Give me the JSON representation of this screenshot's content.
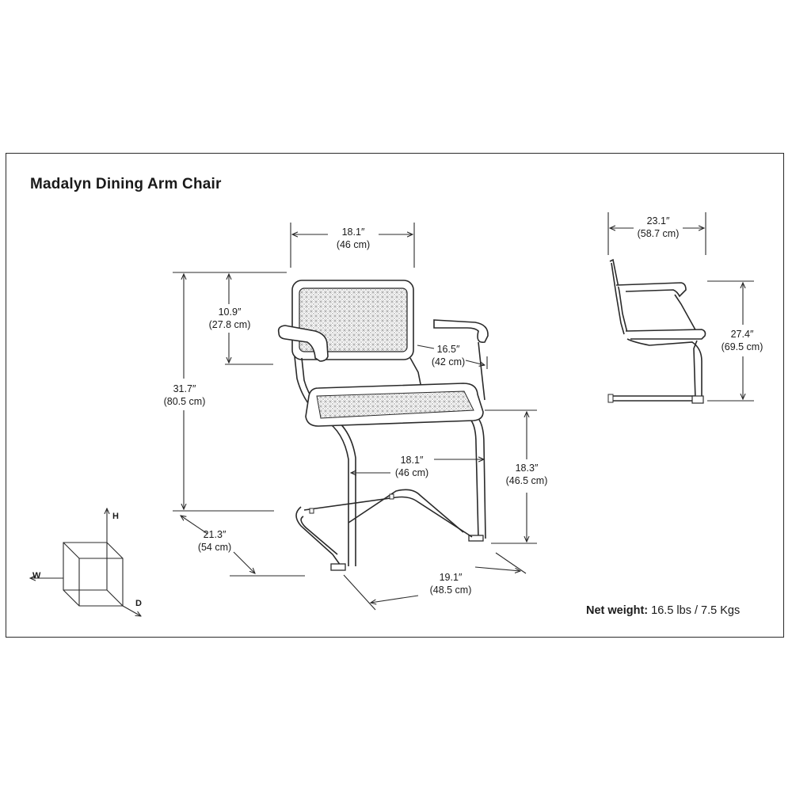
{
  "title": "Madalyn Dining Arm Chair",
  "dimensions": {
    "top_width": {
      "imperial": "18.1″",
      "metric": "(46 cm)"
    },
    "back_height": {
      "imperial": "10.9″",
      "metric": "(27.8 cm)"
    },
    "overall_height": {
      "imperial": "31.7″",
      "metric": "(80.5 cm)"
    },
    "arm_depth": {
      "imperial": "16.5″",
      "metric": "(42 cm)"
    },
    "seat_width": {
      "imperial": "18.1″",
      "metric": "(46 cm)"
    },
    "seat_height": {
      "imperial": "18.3″",
      "metric": "(46.5 cm)"
    },
    "overall_width": {
      "imperial": "21.3″",
      "metric": "(54 cm)"
    },
    "overall_depth": {
      "imperial": "19.1″",
      "metric": "(48.5 cm)"
    },
    "side_depth": {
      "imperial": "23.1″",
      "metric": "(58.7 cm)"
    },
    "arm_height": {
      "imperial": "27.4″",
      "metric": "(69.5 cm)"
    }
  },
  "axes": {
    "h": "H",
    "w": "W",
    "d": "D"
  },
  "net_weight": {
    "label": "Net weight:",
    "value": "16.5 lbs / 7.5 Kgs"
  }
}
